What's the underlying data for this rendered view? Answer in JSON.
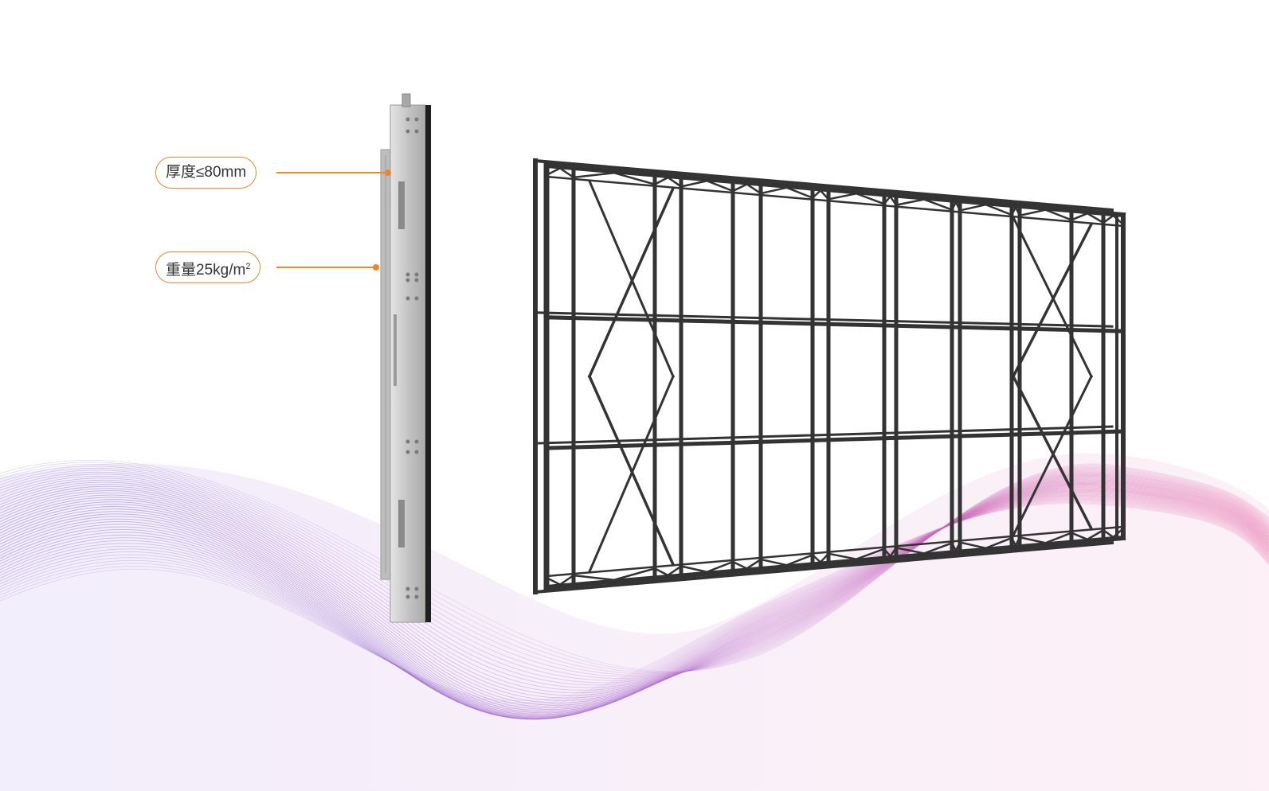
{
  "callouts": {
    "thickness": {
      "text": "厚度≤80mm"
    },
    "weight": {
      "text": "重量25kg/m",
      "superscript": "2"
    }
  },
  "colors": {
    "accent": "#e8872b",
    "frame": "#3a3a3a",
    "panel": "#c9c9c9",
    "wave_left": "#6a4fc4",
    "wave_right": "#e0559b"
  },
  "icons": [
    "led-cabinet-side-view",
    "steel-frame-structure",
    "decorative-wave"
  ]
}
